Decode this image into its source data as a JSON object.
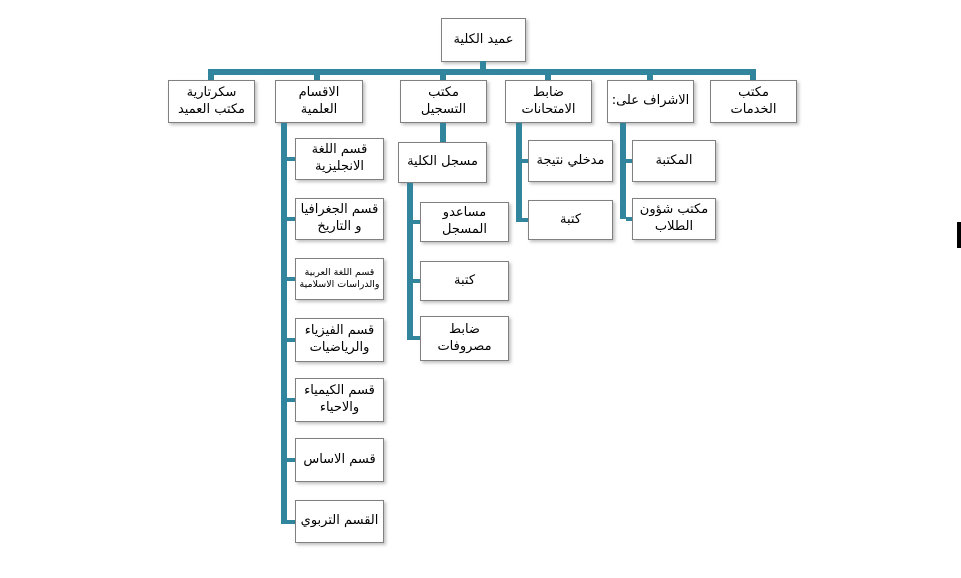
{
  "colors": {
    "connector": "#31859C",
    "box_border": "#808080",
    "box_fill": "#ffffff",
    "text": "#000000"
  },
  "org": {
    "root": "عميد الكلية",
    "branches": [
      {
        "label": "سكرتارية مكتب العميد",
        "children": []
      },
      {
        "label": "الاقسام العلمية",
        "children": [
          {
            "label": "قسم اللغة الانجليزية"
          },
          {
            "label": "قسم الجغرافيا و التاريخ"
          },
          {
            "label": "قسم اللغة العربية والدراسات الاسلامية"
          },
          {
            "label": "قسم الفيزياء والرياضيات"
          },
          {
            "label": "قسم الكيمياء والاحياء"
          },
          {
            "label": "قسم الاساس"
          },
          {
            "label": "القسم التربوي"
          }
        ]
      },
      {
        "label": "مكتب التسجيل",
        "children": [
          {
            "label": "مسجل الكلية",
            "children": [
              {
                "label": "مساعدو المسجل"
              },
              {
                "label": "كتبة"
              },
              {
                "label": "ضابط مصروفات"
              }
            ]
          }
        ]
      },
      {
        "label": "ضابط الامتحانات",
        "children": [
          {
            "label": "مدخلي نتيجة"
          },
          {
            "label": "كتبة"
          }
        ]
      },
      {
        "label": "الاشراف على:",
        "children": [
          {
            "label": "المكتبة"
          },
          {
            "label": "مكتب شؤون الطلاب"
          }
        ]
      },
      {
        "label": "مكتب الخدمات",
        "children": []
      }
    ]
  }
}
